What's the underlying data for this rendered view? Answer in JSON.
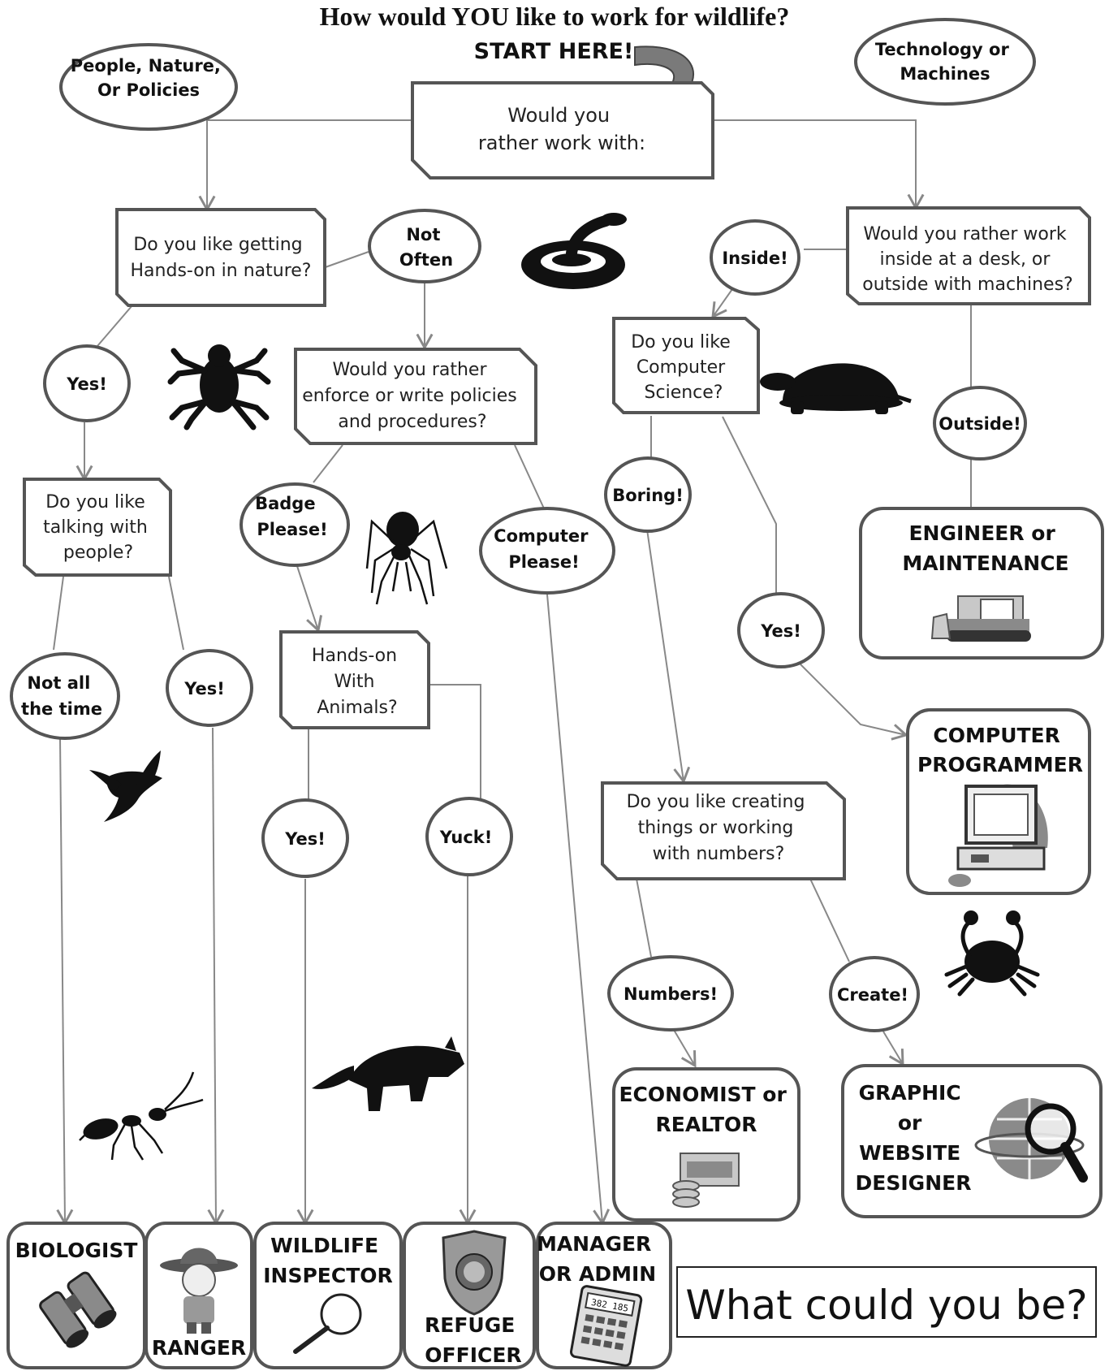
{
  "title": "How would YOU like to work for wildlife?",
  "start_label": "START HERE!",
  "ovals": {
    "people": [
      "People, Nature,",
      "Or Policies"
    ],
    "tech": [
      "Technology or",
      "Machines"
    ],
    "not_often": [
      "Not",
      "Often"
    ],
    "inside": [
      "Inside!"
    ],
    "yes_nature": [
      "Yes!"
    ],
    "outside": [
      "Outside!"
    ],
    "badge": [
      "Badge",
      "Please!"
    ],
    "computer_please": [
      "Computer",
      "Please!"
    ],
    "boring": [
      "Boring!"
    ],
    "yes_cs": [
      "Yes!"
    ],
    "not_all": [
      "Not all",
      "the time"
    ],
    "yes_talk": [
      "Yes!"
    ],
    "yes_animals": [
      "Yes!"
    ],
    "yuck": [
      "Yuck!"
    ],
    "numbers": [
      "Numbers!"
    ],
    "create": [
      "Create!"
    ]
  },
  "questions": {
    "start": [
      "Would you",
      "rather work with:"
    ],
    "hands_on": [
      "Do you like getting",
      "Hands-on in nature?"
    ],
    "desk": [
      "Would you rather work",
      "inside at a desk, or",
      "outside with machines?"
    ],
    "policies": [
      "Would you rather",
      "enforce or write policies",
      "and procedures?"
    ],
    "cs": [
      "Do you like",
      "Computer",
      "Science?"
    ],
    "talking": [
      "Do you like",
      "talking with",
      "people?"
    ],
    "animals": [
      "Hands-on",
      "With",
      "Animals?"
    ],
    "creating": [
      "Do you like creating",
      "things or working",
      "with numbers?"
    ]
  },
  "results": {
    "engineer": [
      "ENGINEER or",
      "MAINTENANCE"
    ],
    "programmer": [
      "COMPUTER",
      "PROGRAMMER"
    ],
    "economist": [
      "ECONOMIST or",
      "REALTOR"
    ],
    "designer": [
      "GRAPHIC",
      "or",
      "WEBSITE",
      "DESIGNER"
    ],
    "biologist": [
      "BIOLOGIST"
    ],
    "ranger": [
      "RANGER"
    ],
    "inspector": [
      "WILDLIFE",
      "INSPECTOR"
    ],
    "officer": [
      "REFUGE",
      "OFFICER"
    ],
    "manager": [
      "MANAGER",
      "OR ADMIN"
    ]
  },
  "calculator_display": "382 185",
  "closing": "What could you be?"
}
